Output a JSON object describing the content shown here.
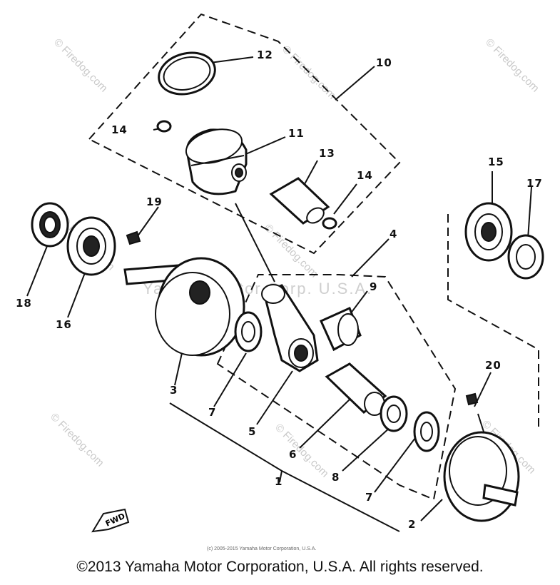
{
  "diagram": {
    "callouts": {
      "p1": "1",
      "p2": "2",
      "p3": "3",
      "p4": "4",
      "p5": "5",
      "p6": "6",
      "p7a": "7",
      "p7b": "7",
      "p8": "8",
      "p9": "9",
      "p10": "10",
      "p11": "11",
      "p12": "12",
      "p13": "13",
      "p14a": "14",
      "p14b": "14",
      "p15": "15",
      "p16": "16",
      "p17": "17",
      "p18": "18",
      "p19": "19",
      "p20": "20"
    },
    "badge": "FWD",
    "watermarks": {
      "site": "© Firedog.com",
      "maker": "Yamaha Motor Corp. U.S.A."
    }
  },
  "footer": {
    "small": "(c) 2005-2015 Yamaha Motor Corporation, U.S.A.",
    "main": "©2013 Yamaha Motor Corporation, U.S.A. All rights reserved."
  }
}
